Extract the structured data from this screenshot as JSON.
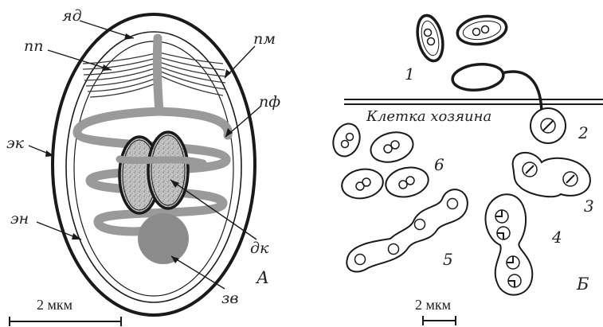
{
  "panel_a": {
    "panel_label": "А",
    "labels": {
      "nucleus": "яд",
      "polar_plate": "пп",
      "plasma_membrane": "пм",
      "polar_filament": "пф",
      "exospore": "эк",
      "endospore": "эн",
      "double_nucleus": "дк",
      "posterior_vacuole": "зв"
    },
    "scale_label": "2 мкм"
  },
  "panel_b": {
    "panel_label": "Б",
    "host_cell_label": "Клетка хозяина",
    "stages": [
      "1",
      "2",
      "3",
      "4",
      "5",
      "6"
    ],
    "scale_label": "2 мкм"
  },
  "colors": {
    "outline": "#1a1a1a",
    "filament": "#9a9a9a",
    "nucleus_fill": "#b8b8b8",
    "vacuole": "#8c8c8c"
  }
}
